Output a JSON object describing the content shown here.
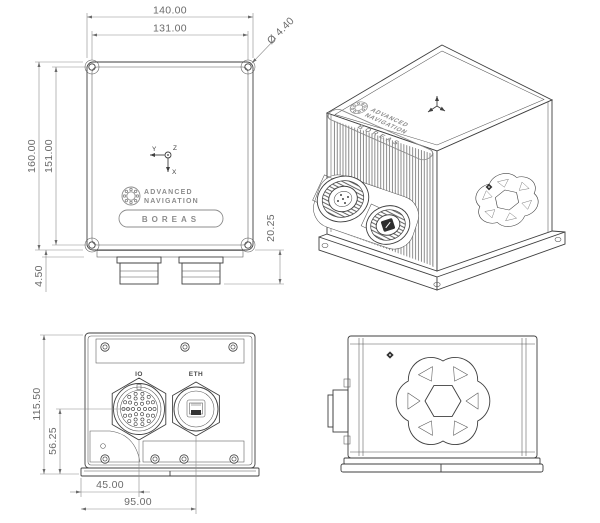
{
  "drawing": {
    "brand": {
      "line1": "ADVANCED",
      "line2": "NAVIGATION",
      "product": "BOREAS"
    },
    "axes": {
      "x": "X",
      "y": "Y",
      "z": "Z"
    },
    "views": {
      "top": {
        "dims": {
          "overall_width": "140.00",
          "mount_hole_spacing_width": "131.00",
          "mount_hole_diameter": "Ø 4.40",
          "overall_depth": "160.00",
          "mount_hole_spacing_depth": "151.00",
          "connector_protrusion": "20.25",
          "mount_hole_edge_offset": "4.50"
        }
      },
      "front": {
        "connectors": {
          "io_label": "IO",
          "eth_label": "ETH"
        },
        "dims": {
          "overall_height": "115.50",
          "connector_center_height": "56.25",
          "io_center_offset": "45.00",
          "eth_center_offset": "95.00"
        }
      }
    }
  }
}
